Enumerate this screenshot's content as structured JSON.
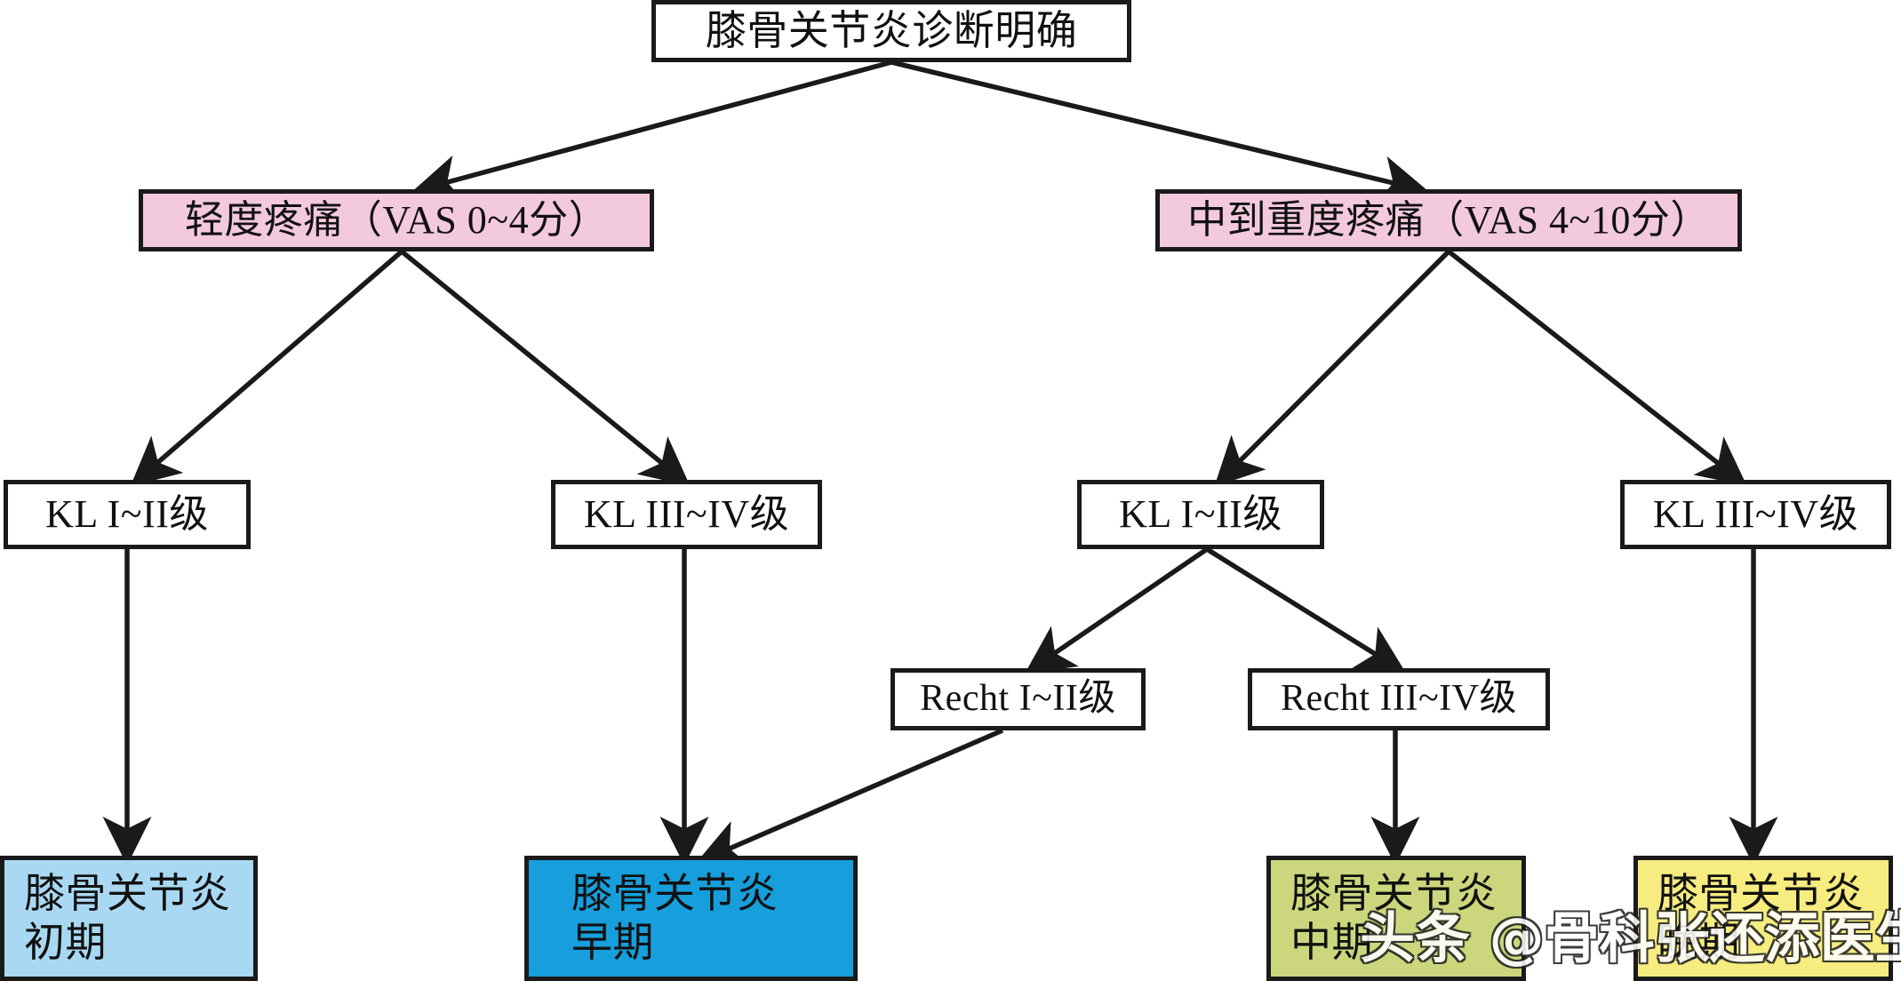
{
  "diagram": {
    "title_box": {
      "label": "膝骨关节炎诊断明确",
      "fill": "#ffffff"
    },
    "pain_level_boxes": [
      {
        "label": "轻度疼痛（VAS 0~4分）",
        "fill": "#f3c9dd"
      },
      {
        "label": "中到重度疼痛（VAS 4~10分）",
        "fill": "#f3c9dd"
      }
    ],
    "grade_boxes": [
      {
        "label": "KL I~II级",
        "fill": "#ffffff"
      },
      {
        "label": "KL III~IV级",
        "fill": "#ffffff"
      },
      {
        "label": "KL I~II级",
        "fill": "#ffffff"
      },
      {
        "label": "KL III~IV级",
        "fill": "#ffffff"
      }
    ],
    "recht_boxes": [
      {
        "label": "Recht I~II级",
        "fill": "#ffffff"
      },
      {
        "label": "Recht III~IV级",
        "fill": "#ffffff"
      }
    ],
    "stage_boxes": [
      {
        "label": "膝骨关节炎\n初期",
        "fill": "#a9d9f2"
      },
      {
        "label": "膝骨关节炎\n早期",
        "fill": "#169fdc"
      },
      {
        "label": "膝骨关节炎\n中期",
        "fill": "#ccd67c"
      },
      {
        "label": "膝骨关节炎\n晚期",
        "fill": "#f6ec7f"
      }
    ],
    "watermark": {
      "text": "头条 @骨科张还添医生"
    },
    "colors": {
      "line": "#1a1a1a",
      "border": "#1a1a1a",
      "pink": "#f3c9dd",
      "light_blue": "#a9d9f2",
      "blue": "#169fdc",
      "olive": "#ccd67c",
      "yellow": "#f6ec7f",
      "background": "#ffffff"
    }
  }
}
